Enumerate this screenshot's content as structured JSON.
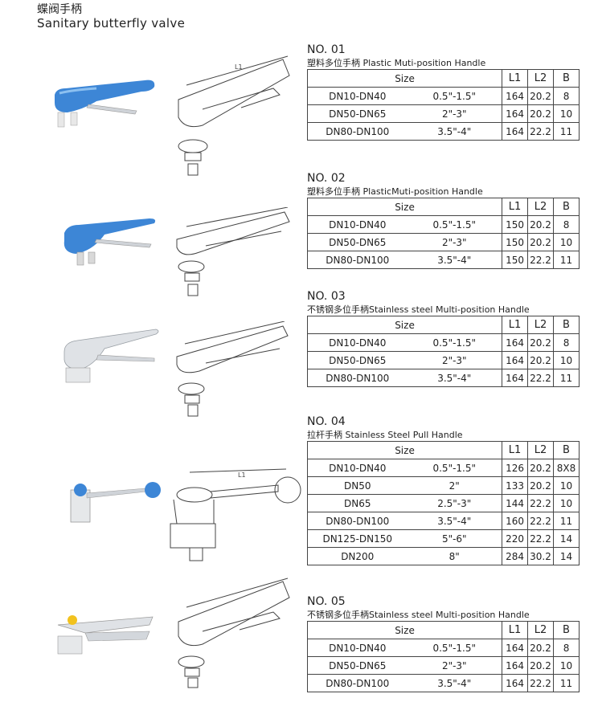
{
  "header": {
    "title_cn": "蝶阀手柄",
    "title_en": "Sanitary butterfly valve"
  },
  "columns": {
    "size": "Size",
    "l1": "L1",
    "l2": "L2",
    "b": "B"
  },
  "drawing_label": "L1",
  "sections": [
    {
      "no": "NO. 01",
      "subtitle": "塑料多位手柄 Plastic Muti-position Handle",
      "rows": [
        [
          "DN10-DN40",
          "0.5\"-1.5\"",
          "164",
          "20.2",
          "8"
        ],
        [
          "DN50-DN65",
          "2\"-3\"",
          "164",
          "20.2",
          "10"
        ],
        [
          "DN80-DN100",
          "3.5\"-4\"",
          "164",
          "22.2",
          "11"
        ]
      ]
    },
    {
      "no": "NO. 02",
      "subtitle": "塑料多位手柄 PlasticMuti-position Handle",
      "rows": [
        [
          "DN10-DN40",
          "0.5\"-1.5\"",
          "150",
          "20.2",
          "8"
        ],
        [
          "DN50-DN65",
          "2\"-3\"",
          "150",
          "20.2",
          "10"
        ],
        [
          "DN80-DN100",
          "3.5\"-4\"",
          "150",
          "22.2",
          "11"
        ]
      ]
    },
    {
      "no": "NO. 03",
      "subtitle": "不锈钢多位手柄Stainless steel Multi-position Handle",
      "rows": [
        [
          "DN10-DN40",
          "0.5\"-1.5\"",
          "164",
          "20.2",
          "8"
        ],
        [
          "DN50-DN65",
          "2\"-3\"",
          "164",
          "20.2",
          "10"
        ],
        [
          "DN80-DN100",
          "3.5\"-4\"",
          "164",
          "22.2",
          "11"
        ]
      ]
    },
    {
      "no": "NO. 04",
      "subtitle": "拉杆手柄 Stainless Steel Pull Handle",
      "rows": [
        [
          "DN10-DN40",
          "0.5\"-1.5\"",
          "126",
          "20.2",
          "8X8"
        ],
        [
          "DN50",
          "2\"",
          "133",
          "20.2",
          "10"
        ],
        [
          "DN65",
          "2.5\"-3\"",
          "144",
          "22.2",
          "10"
        ],
        [
          "DN80-DN100",
          "3.5\"-4\"",
          "160",
          "22.2",
          "11"
        ],
        [
          "DN125-DN150",
          "5\"-6\"",
          "220",
          "22.2",
          "14"
        ],
        [
          "DN200",
          "8\"",
          "284",
          "30.2",
          "14"
        ]
      ]
    },
    {
      "no": "NO. 05",
      "subtitle": "不锈钢多位手柄Stainless steel Multi-position Handle",
      "rows": [
        [
          "DN10-DN40",
          "0.5\"-1.5\"",
          "164",
          "20.2",
          "8"
        ],
        [
          "DN50-DN65",
          "2\"-3\"",
          "164",
          "20.2",
          "10"
        ],
        [
          "DN80-DN100",
          "3.5\"-4\"",
          "164",
          "22.2",
          "11"
        ]
      ]
    }
  ],
  "colors": {
    "blue_handle": "#3d86d6",
    "steel": "#c8ccd2",
    "line": "#444444",
    "yellow_button": "#f2c21e"
  }
}
